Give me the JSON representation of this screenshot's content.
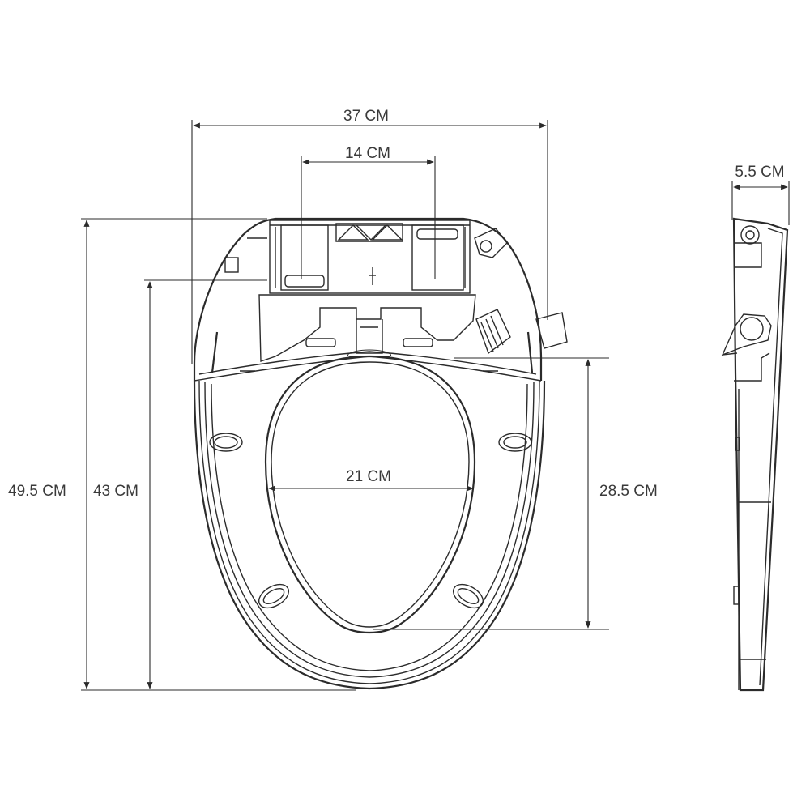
{
  "dimensions": {
    "total_width": "37 CM",
    "mount_width": "14 CM",
    "total_length": "49.5 CM",
    "seat_length": "43 CM",
    "opening_length": "28.5 CM",
    "opening_width": "21 CM",
    "height": "5.5 CM"
  },
  "colors": {
    "line": "#2b2b2b",
    "text": "#3a3a3a",
    "background": "#ffffff"
  }
}
